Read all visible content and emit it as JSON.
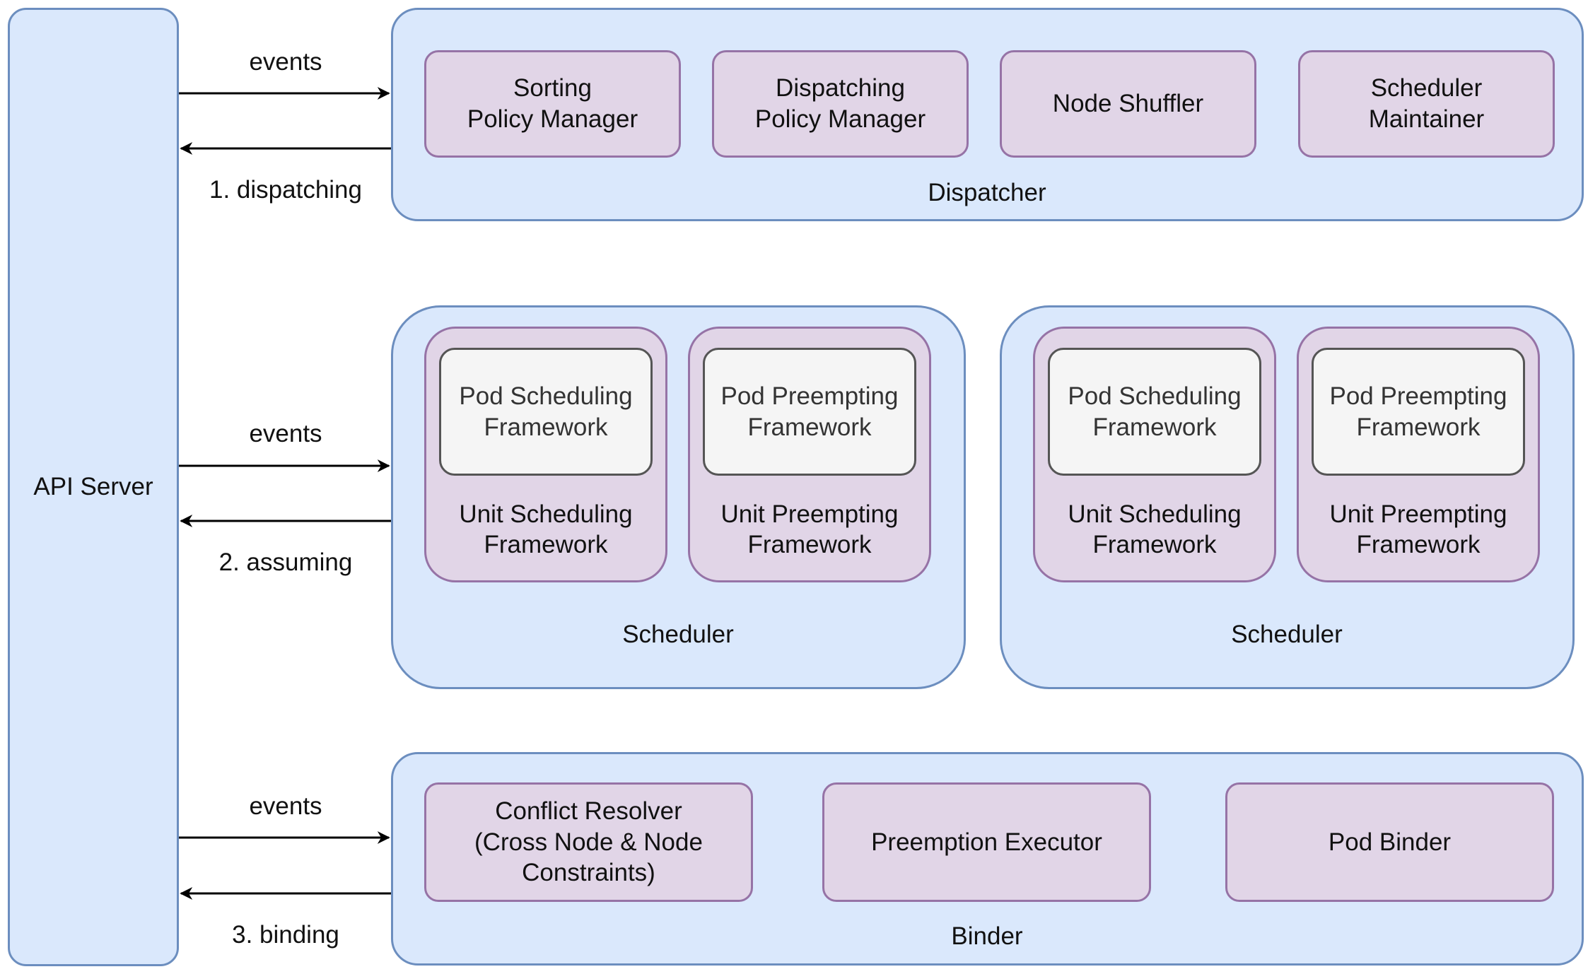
{
  "api_server": {
    "label": "API Server"
  },
  "links": [
    {
      "out_label": "events",
      "back_label": "1. dispatching"
    },
    {
      "out_label": "events",
      "back_label": "2. assuming"
    },
    {
      "out_label": "events",
      "back_label": "3. binding"
    }
  ],
  "dispatcher": {
    "label": "Dispatcher",
    "components": [
      "Sorting\nPolicy Manager",
      "Dispatching\nPolicy Manager",
      "Node Shuffler",
      "Scheduler\nMaintainer"
    ]
  },
  "schedulers": [
    {
      "label": "Scheduler",
      "units": [
        {
          "outer": "Unit Scheduling\nFramework",
          "inner": "Pod Scheduling\nFramework"
        },
        {
          "outer": "Unit Preempting\nFramework",
          "inner": "Pod Preempting\nFramework"
        }
      ]
    },
    {
      "label": "Scheduler",
      "units": [
        {
          "outer": "Unit Scheduling\nFramework",
          "inner": "Pod Scheduling\nFramework"
        },
        {
          "outer": "Unit Preempting\nFramework",
          "inner": "Pod Preempting\nFramework"
        }
      ]
    }
  ],
  "binder": {
    "label": "Binder",
    "components": [
      "Conflict Resolver\n(Cross Node & Node\nConstraints)",
      "Preemption Executor",
      "Pod Binder"
    ]
  },
  "colors": {
    "blue_fill": "#dae8fc",
    "blue_stroke": "#6c8ebf",
    "purple_fill": "#e1d5e7",
    "purple_stroke": "#9673a6",
    "gray_fill": "#f5f5f5",
    "gray_stroke": "#555555",
    "arrow": "#000000"
  }
}
